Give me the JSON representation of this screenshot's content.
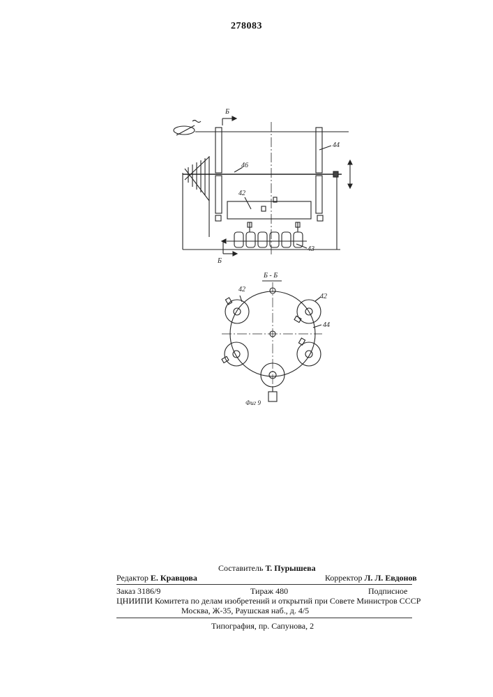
{
  "document": {
    "patent_number": "278083"
  },
  "figure": {
    "label_b_top": "Б",
    "label_b_bottom": "Б",
    "label_44_top": "44",
    "label_46": "46",
    "label_42_top": "42",
    "label_43": "43",
    "section_title": "Б - Б",
    "label_42_left": "42",
    "label_42_right": "42",
    "label_44_bottom": "44",
    "caption": "Фиг 9"
  },
  "footer": {
    "compiler_label": "Составитель",
    "compiler_name": "Т. Пурышева",
    "editor_label": "Редактор",
    "editor_name": "Е. Кравцова",
    "corrector_label": "Корректор",
    "corrector_name": "Л. Л. Евдонов",
    "order": "Заказ 3186/9",
    "circulation": "Тираж 480",
    "subscription": "Подписное",
    "institution": "ЦНИИПИ Комитета по делам изобретений и открытий при Совете Министров СССР",
    "address": "Москва, Ж-35, Раушская наб., д. 4/5",
    "printing": "Типография, пр. Сапунова, 2"
  }
}
